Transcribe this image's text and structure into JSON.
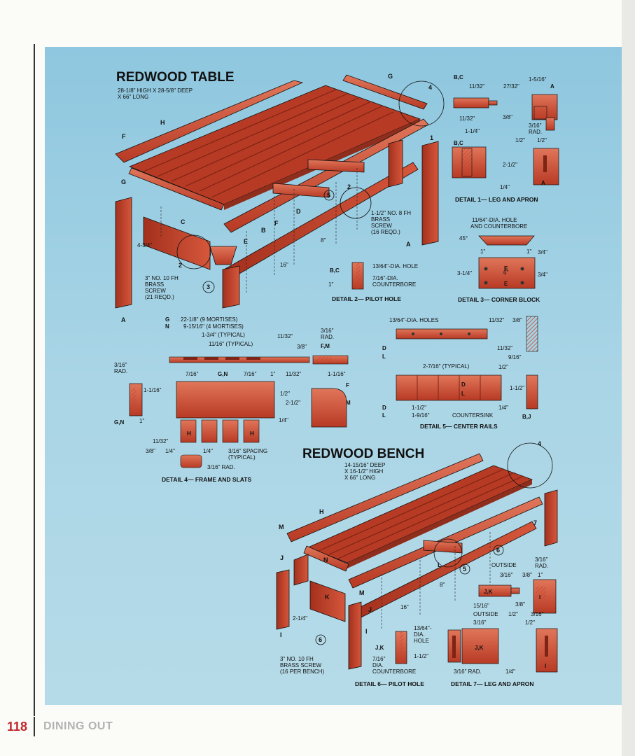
{
  "footer": {
    "page_number": "118",
    "section": "DINING OUT"
  },
  "table": {
    "title": "REDWOOD TABLE",
    "spec": [
      "28-1/8\" HIGH X 28-5/8\" DEEP",
      "X 66\" LONG"
    ],
    "parts": {
      "A": "A",
      "B": "B",
      "C": "C",
      "D": "D",
      "E": "E",
      "F": "F",
      "G": "G",
      "H": "H"
    },
    "callouts": [
      "1",
      "2",
      "3",
      "4",
      "5"
    ],
    "dims": {
      "d1": "4-3/4\"",
      "d2": "16\"",
      "d3": "8\""
    },
    "screw_large": [
      "1-1/2\" NO. 8 FH",
      "BRASS",
      "SCREW",
      "(16 REQD.)"
    ],
    "screw_small": [
      "3\" NO. 10 FH",
      "BRASS",
      "SCREW",
      "(21 REQD.)"
    ]
  },
  "detail1": {
    "caption": "DETAIL 1— LEG AND APRON",
    "labels": [
      "B,C",
      "11/32\"",
      "27/32\"",
      "1-5/16\"",
      "A",
      "11/32\"",
      "3/8\"",
      "3/16\"",
      "RAD.",
      "1-1/4\"",
      "B,C",
      "1/2\"",
      "1/2\"",
      "2-1/2\"",
      "1/4\"",
      "A"
    ]
  },
  "detail2": {
    "caption": "DETAIL 2— PILOT HOLE",
    "labels": [
      "B,C",
      "1\"",
      "13/64\"-DIA. HOLE",
      "7/16\"-DIA.",
      "COUNTERBORE"
    ]
  },
  "detail3": {
    "caption": "DETAIL 3— CORNER BLOCK",
    "labels": [
      "11/64\"-DIA. HOLE",
      "AND COUNTERBORE",
      "45°",
      "1\"",
      "1\"",
      "3/4\"",
      "3-1/4\"",
      "6\"",
      "3/4\"",
      "E",
      "E"
    ]
  },
  "detail4": {
    "caption": "DETAIL 4— FRAME AND SLATS",
    "labels": [
      "G",
      "22-1/8\" (9 MORTISES)",
      "N",
      "9-15/16\" (4 MORTISES)",
      "1-3/4\" (TYPICAL)",
      "11/16\" (TYPICAL)",
      "11/32\"",
      "3/8\"",
      "3/16\"",
      "RAD.",
      "F,M",
      "3/16\"",
      "RAD.",
      "7/16\"",
      "G,N",
      "7/16\"",
      "1\"",
      "11/32\"",
      "1-1/16\"",
      "1-1/16\"",
      "1/2\"",
      "2-1/2\"",
      "F",
      "M",
      "G,N",
      "1\"",
      "1/4\"",
      "11/32\"",
      "3/8\"",
      "1/4\"",
      "1/4\"",
      "3/16\" SPACING",
      "(TYPICAL)",
      "3/16\" RAD.",
      "H",
      "H"
    ]
  },
  "detail5": {
    "caption": "DETAIL 5— CENTER RAILS",
    "labels": [
      "13/64\"-DIA. HOLES",
      "11/32\"",
      "3/8\"",
      "D",
      "L",
      "11/32\"",
      "9/16\"",
      "2-7/16\" (TYPICAL)",
      "1/2\"",
      "D",
      "L",
      "1-1/2\"",
      "D",
      "L",
      "1-1/2\"",
      "1-9/16\"",
      "COUNTERSINK",
      "1/4\"",
      "B,J"
    ]
  },
  "bench": {
    "title": "REDWOOD BENCH",
    "spec": [
      "14-15/16\" DEEP",
      "X 16-1/2\" HIGH",
      "X 66\" LONG"
    ],
    "parts": {
      "H": "H",
      "I": "I",
      "J": "J",
      "K": "K",
      "L": "L",
      "M": "M",
      "N": "N"
    },
    "callouts": [
      "4",
      "5",
      "6",
      "6",
      "7"
    ],
    "dims": {
      "d1": "2-1/4\"",
      "d2": "16\"",
      "d3": "8\""
    },
    "screw": [
      "3\" NO. 10 FH",
      "BRASS SCREW",
      "(16 PER BENCH)"
    ]
  },
  "detail6": {
    "caption": "DETAIL 6— PILOT HOLE",
    "labels": [
      "13/64\"-",
      "DIA.",
      "HOLE",
      "J,K",
      "7/16\"",
      "DIA.",
      "COUNTERBORE",
      "1-1/2\""
    ]
  },
  "detail7": {
    "caption": "DETAIL 7— LEG AND APRON",
    "labels": [
      "3/16\"",
      "RAD.",
      "OUTSIDE",
      "3/16\"",
      "3/8\"",
      "1\"",
      "J,K",
      "15/16\"",
      "3/8\"",
      "I",
      "OUTSIDE",
      "1/2\"",
      "3/16\"",
      "3/16\"",
      "1/2\"",
      "J,K",
      "3/16\" RAD.",
      "1/4\"",
      "I"
    ]
  },
  "colors": {
    "panel": "#a9d5e6",
    "wood": "#c8442d",
    "wood_dark": "#8f2e1d",
    "wood_light": "#e0765a",
    "accent_red": "#c2272d"
  }
}
